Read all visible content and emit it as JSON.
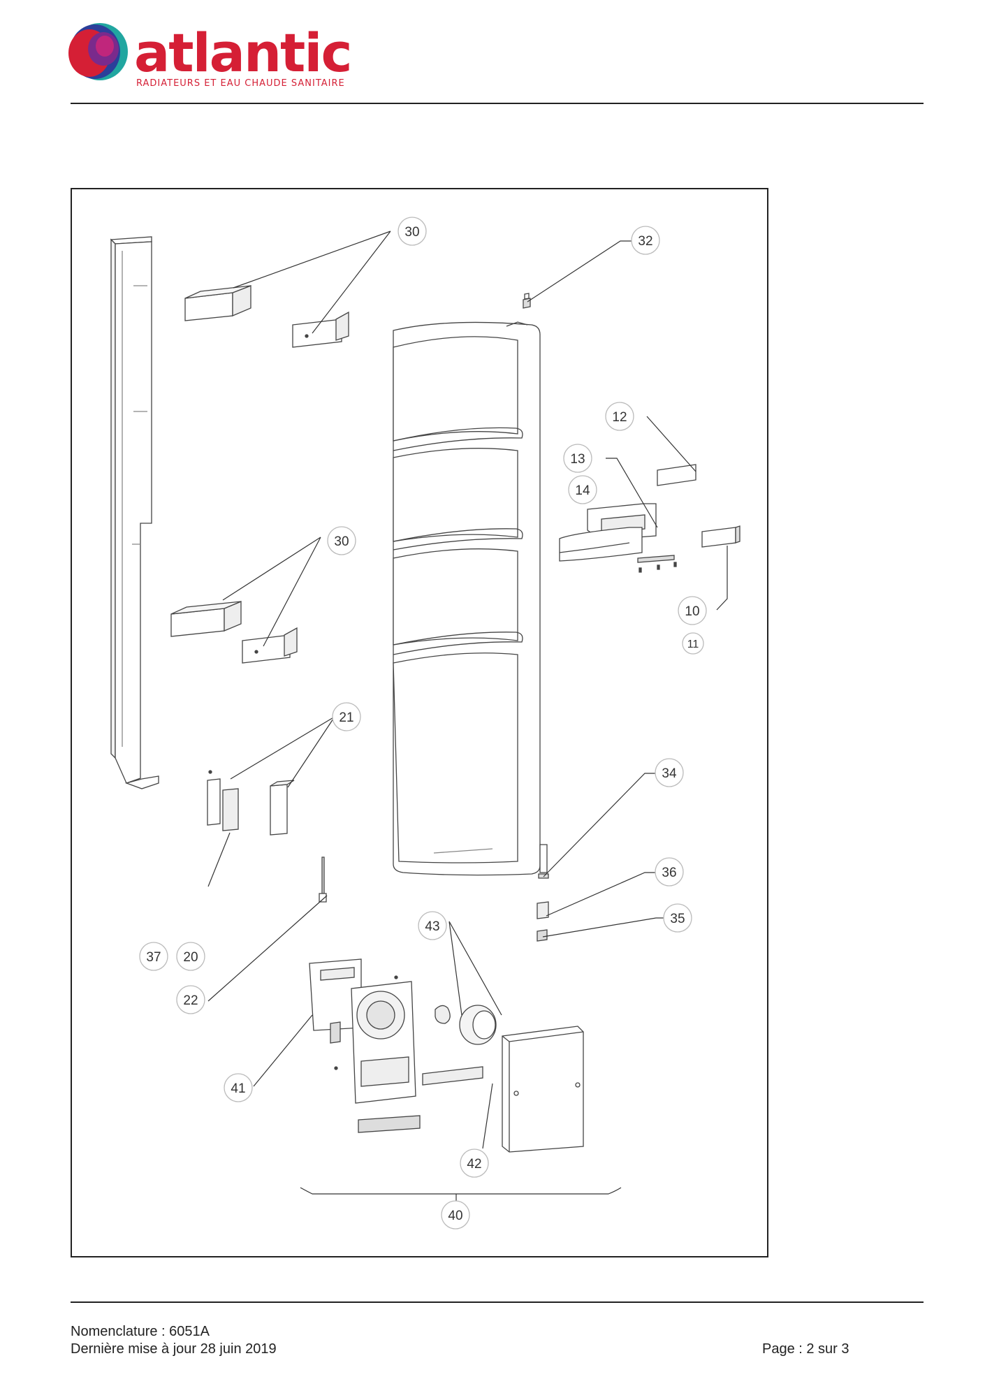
{
  "brand": {
    "name": "atlantic",
    "tagline": "RADIATEURS ET EAU CHAUDE SANITAIRE",
    "colors": {
      "red": "#d51f35",
      "blue": "#2b3f9a",
      "purple": "#7a2a8c",
      "teal": "#21a6a0"
    }
  },
  "callouts": {
    "c30a": "30",
    "c32": "32",
    "c12": "12",
    "c13": "13",
    "c14": "14",
    "c30b": "30",
    "c10": "10",
    "c11": "11",
    "c21": "21",
    "c34": "34",
    "c36": "36",
    "c35": "35",
    "c43": "43",
    "c37": "37",
    "c20": "20",
    "c22": "22",
    "c41": "41",
    "c42": "42",
    "c40": "40"
  },
  "footer": {
    "nomenclature": "Nomenclature : 6051A",
    "updated": "Dernière mise à jour 28 juin 2019",
    "page": "Page : 2 sur 3"
  }
}
